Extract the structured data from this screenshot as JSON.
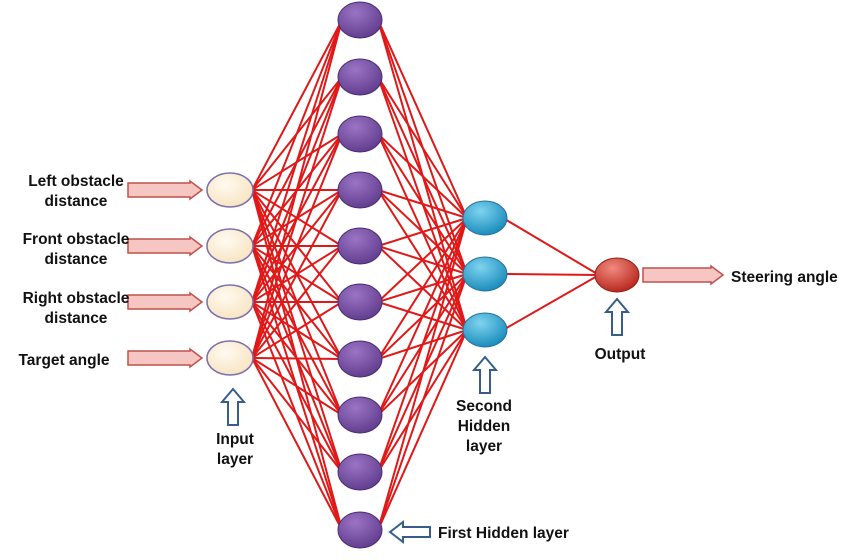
{
  "inputs": [
    {
      "line1": "Left obstacle",
      "line2": "distance"
    },
    {
      "line1": "Front obstacle",
      "line2": "distance"
    },
    {
      "line1": "Right obstacle",
      "line2": "distance"
    },
    {
      "line1": "Target angle",
      "line2": ""
    }
  ],
  "labels": {
    "input_layer": {
      "line1": "Input",
      "line2": "layer"
    },
    "first_hidden": "First Hidden layer",
    "second_hidden": {
      "line1": "Second",
      "line2": "Hidden",
      "line3": "layer"
    },
    "output": "Output",
    "steering": "Steering angle"
  },
  "colors": {
    "input_node": "#fbeccd",
    "hidden1_node": "#7a4fa6",
    "hidden2_node": "#23a6d5",
    "output_node": "#d63a2f",
    "connection": "#e01818",
    "arrow_fill": "#f6c6c2",
    "arrow_stroke": "#c0504d",
    "hollow_arrow": "#385d8a"
  },
  "layers": {
    "input_count": 4,
    "hidden1_count": 10,
    "hidden2_count": 3,
    "output_count": 1
  }
}
